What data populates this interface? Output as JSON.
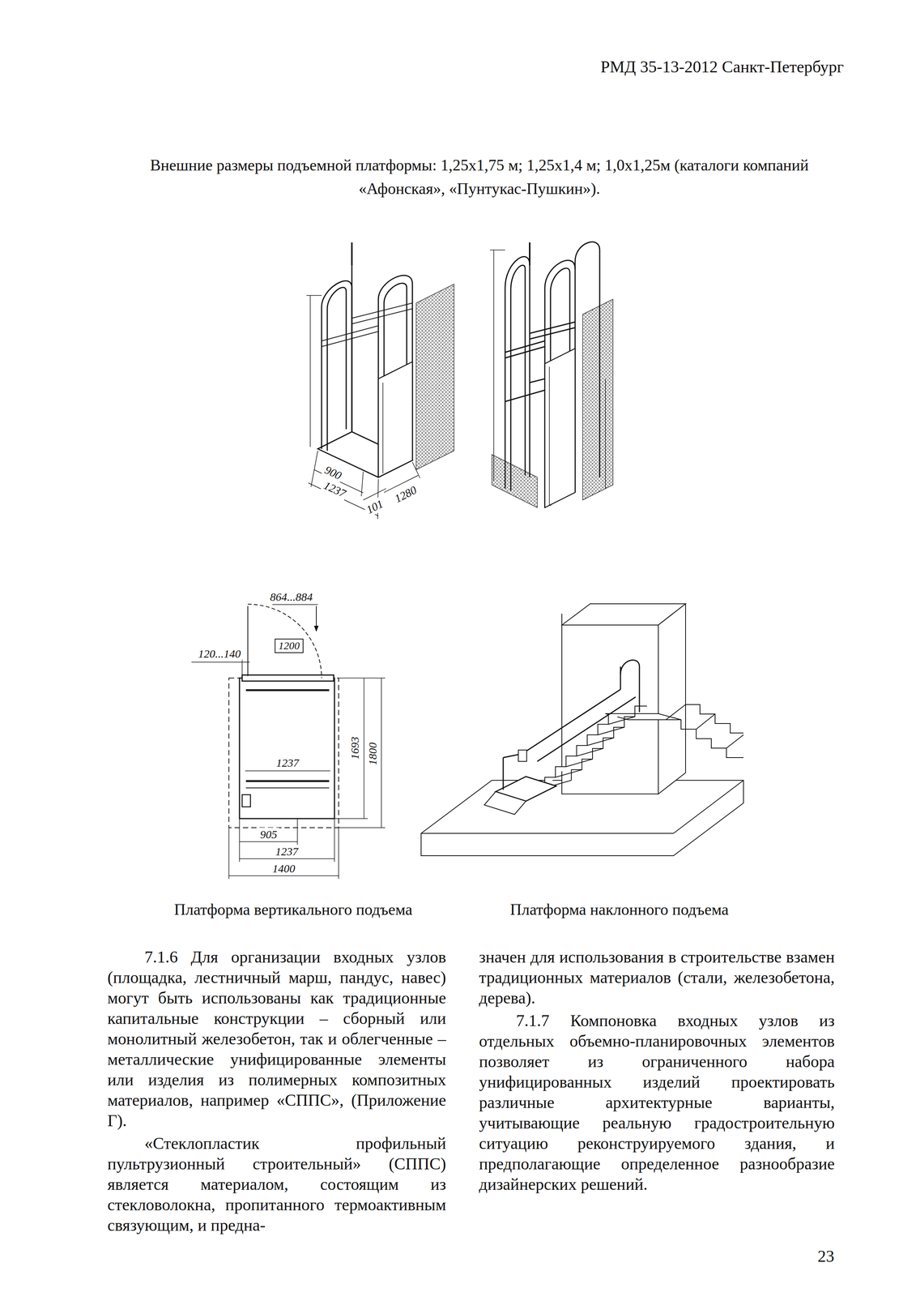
{
  "diagram": {
    "nodes": [
      {
        "text": [
          "1200"
        ]
      }
    ],
    "labels": [
      "РМД 35-13-2012 Санкт-Петербург",
      "Внешние размеры подъемной платформы: 1,25x1,75 м; 1,25x1,4 м; 1,0x1,25м (каталоги компаний «Афонская», «Пунтукас-Пушкин»).",
      "900",
      "1237",
      "101",
      "1280",
      "864...884",
      "120...140",
      "1693",
      "1800",
      "1237",
      "905",
      "1237",
      "1400",
      "Платформа вертикального подъема",
      "Платформа наклонного подъема",
      "7.1.6 Для организации входных узлов (площадка, лестничный марш, пандус, навес) могут быть использованы как традиционные капитальные конструкции – сборный или монолитный железобетон, так и облегченные – металлические унифицированные элементы или изделия из полимерных композитных материалов, например «СППС», (Приложение Г).",
      "«Стеклопластик профильный пультрузионный строительный» (СППС) является материалом, состоящим из стекловолокна, пропитанного термоактивным связующим, и предна-",
      "значен для использования в строительстве взамен традиционных материалов (стали, железобетона, дерева).",
      "7.1.7 Компоновка входных узлов из отдельных объемно-планировочных элементов позволяет из ограниченного набора унифицированных изделий проектировать различные архитектурные варианты, учитывающие реальную градостроительную ситуацию реконструируемого здания, и предполагающие определенное разнообразие дизайнерских решений.",
      "23"
    ]
  }
}
